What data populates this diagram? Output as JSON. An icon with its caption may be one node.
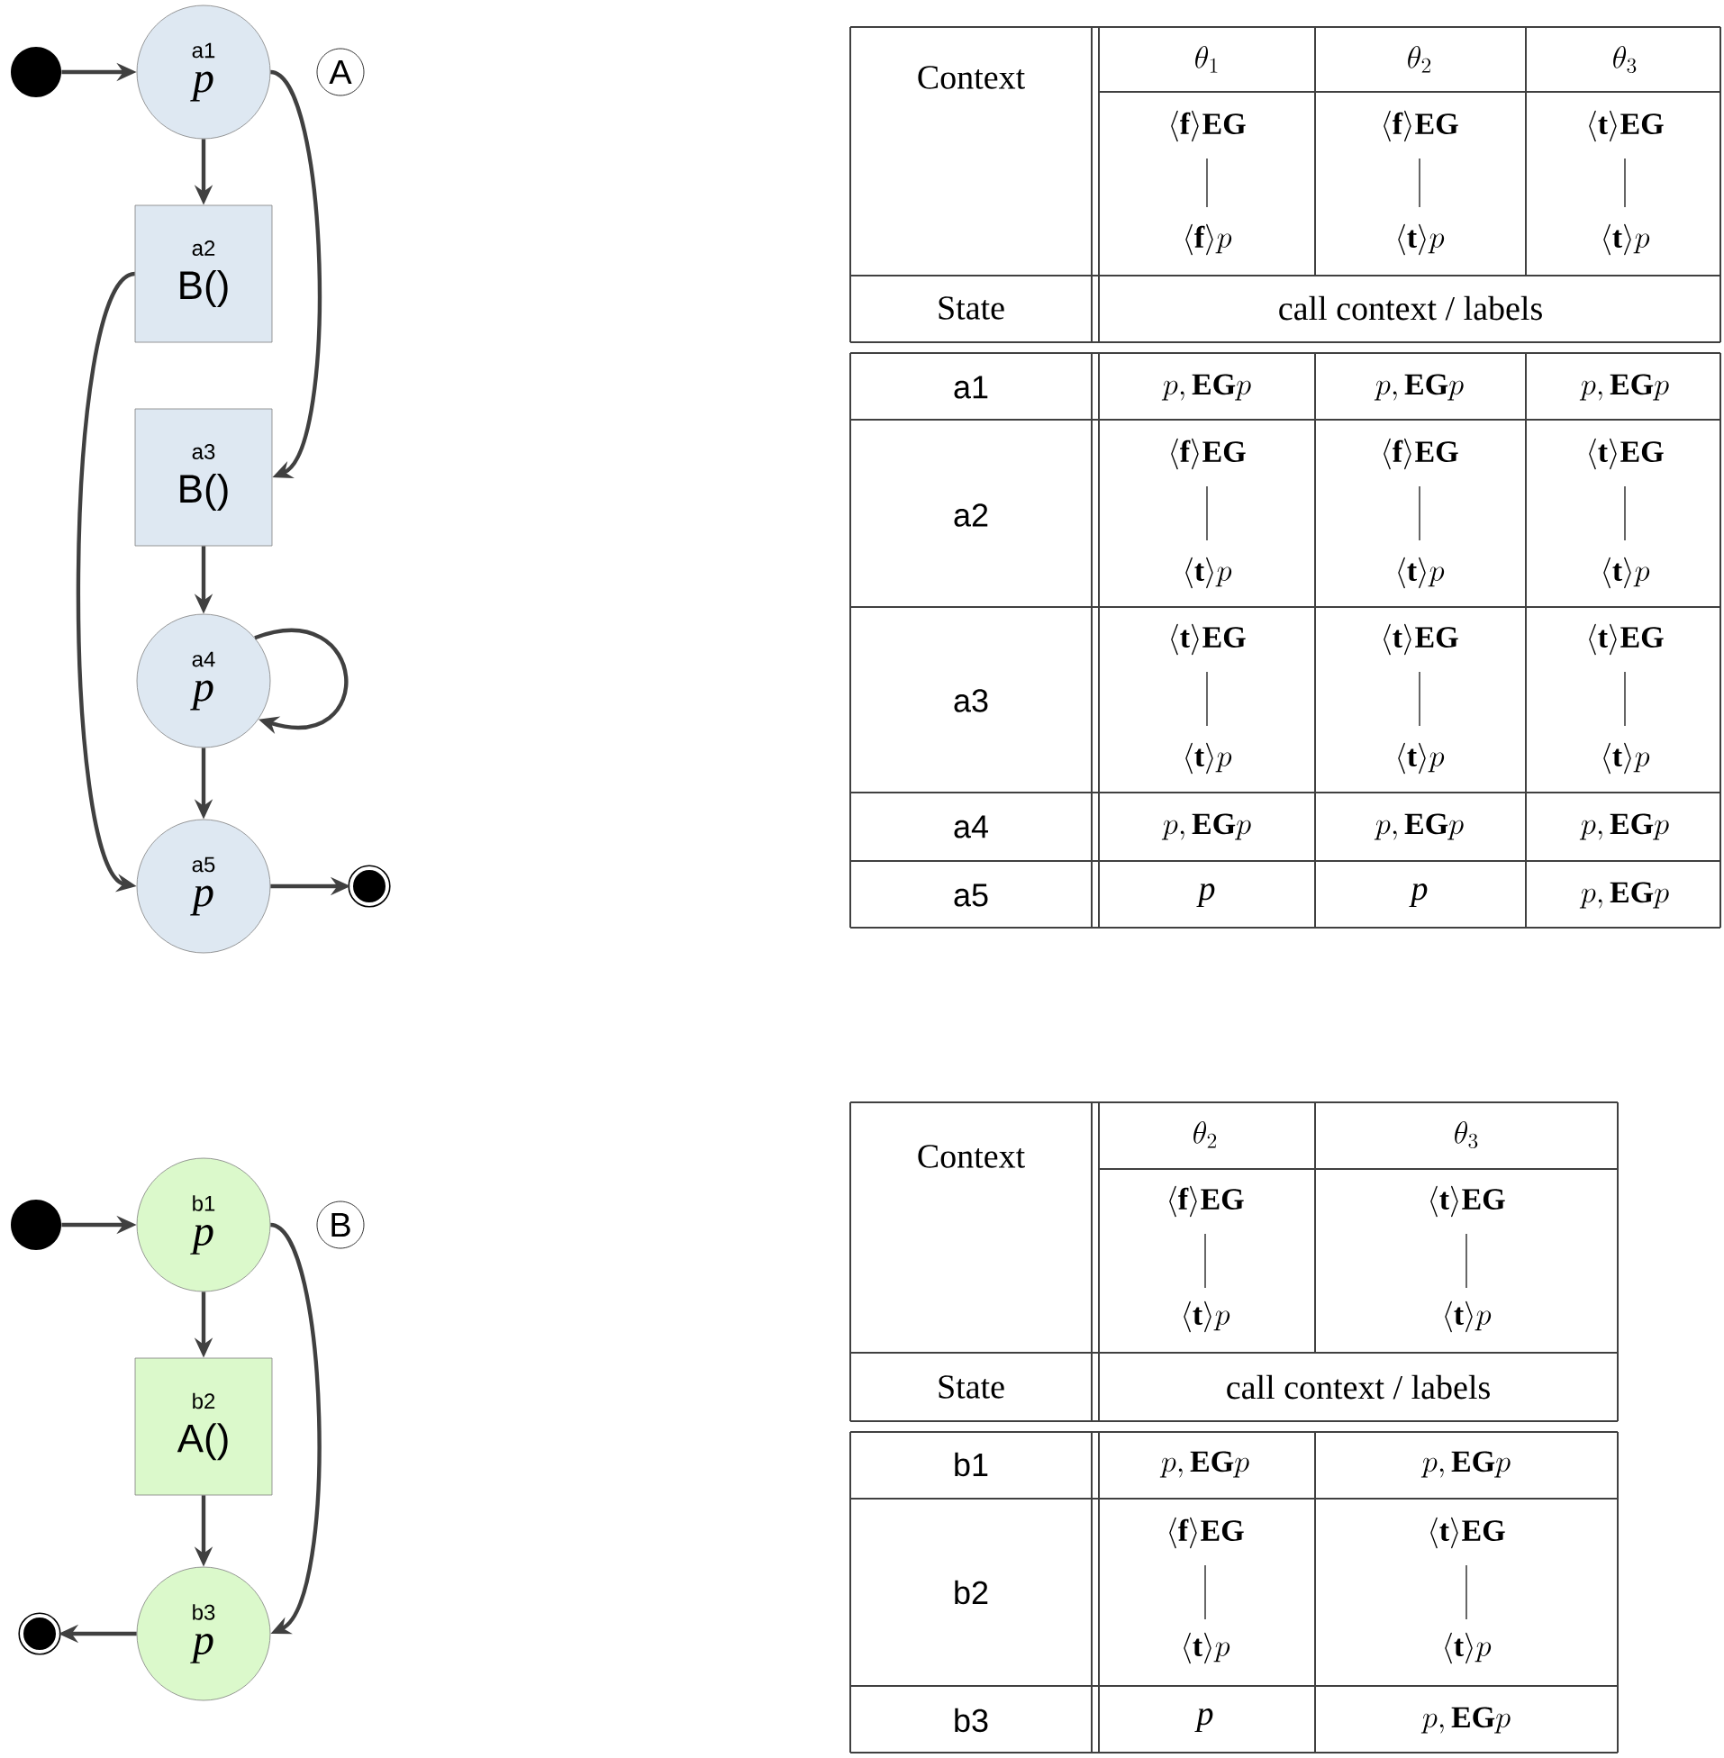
{
  "diagram": {
    "nodes": [
      {
        "text": [],
        "shape": "circle"
      },
      {
        "text": [
          "a1",
          "p"
        ]
      },
      {
        "text": [
          "A"
        ]
      },
      {
        "text": [
          "a2",
          "B()"
        ]
      },
      {
        "text": [
          "a3",
          "B()"
        ]
      },
      {
        "text": [
          "a4",
          "p"
        ]
      },
      {
        "text": [
          "a5",
          "p"
        ]
      },
      {
        "text": [],
        "shape": "circle"
      },
      {
        "text": [],
        "shape": "circle"
      },
      {
        "text": [
          "b1",
          "p"
        ]
      },
      {
        "text": [
          "B"
        ]
      },
      {
        "text": [
          "b2",
          "A()"
        ]
      },
      {
        "text": [
          "b3",
          "p"
        ]
      },
      {
        "text": [],
        "shape": "circle"
      }
    ],
    "edges": [
      {
        "from": 0,
        "to": 1,
        "arrow": "to"
      },
      {
        "from": 1,
        "to": 3,
        "arrow": "to"
      },
      {
        "from": 1,
        "to": 4,
        "arrow": "to"
      },
      {
        "from": 3,
        "to": 6,
        "arrow": "to"
      },
      {
        "from": 4,
        "to": 5,
        "arrow": "to"
      },
      {
        "from": 5,
        "to": 5,
        "arrow": "to"
      },
      {
        "from": 5,
        "to": 6,
        "arrow": "to"
      },
      {
        "from": 6,
        "to": 7,
        "arrow": "to"
      },
      {
        "from": 8,
        "to": 9,
        "arrow": "to"
      },
      {
        "from": 9,
        "to": 11,
        "arrow": "to"
      },
      {
        "from": 9,
        "to": 12,
        "arrow": "to"
      },
      {
        "from": 11,
        "to": 12,
        "arrow": "to"
      },
      {
        "from": 12,
        "to": 13,
        "arrow": "to"
      }
    ],
    "labels": [
      "Context",
      "\\theta_1",
      "\\theta_2",
      "\\theta_3",
      "\\langle\\mathbf{f}\\rangle\\mathbf{EG}",
      "\\langle\\mathbf{f}\\rangle\\mathbf{EG}",
      "\\langle\\mathbf{t}\\rangle\\mathbf{EG}",
      "\\langle\\mathbf{f}\\rangle p",
      "\\langle\\mathbf{t}\\rangle p",
      "\\langle\\mathbf{t}\\rangle p",
      "State",
      "call context / labels",
      "a1",
      "p, \\mathbf{EG}p",
      "p, \\mathbf{EG}p",
      "p, \\mathbf{EG}p",
      "a2",
      "\\langle\\mathbf{f}\\rangle\\mathbf{EG}",
      "\\langle\\mathbf{f}\\rangle\\mathbf{EG}",
      "\\langle\\mathbf{t}\\rangle\\mathbf{EG}",
      "\\langle\\mathbf{t}\\rangle p",
      "\\langle\\mathbf{t}\\rangle p",
      "\\langle\\mathbf{t}\\rangle p",
      "a3",
      "\\langle\\mathbf{t}\\rangle\\mathbf{EG}",
      "\\langle\\mathbf{t}\\rangle\\mathbf{EG}",
      "\\langle\\mathbf{t}\\rangle\\mathbf{EG}",
      "\\langle\\mathbf{t}\\rangle p",
      "\\langle\\mathbf{t}\\rangle p",
      "\\langle\\mathbf{t}\\rangle p",
      "a4",
      "p, \\mathbf{EG}p",
      "p, \\mathbf{EG}p",
      "p, \\mathbf{EG}p",
      "a5",
      "p",
      "p",
      "p, \\mathbf{EG}p",
      "Context",
      "\\theta_2",
      "\\theta_3",
      "\\langle\\mathbf{f}\\rangle\\mathbf{EG}",
      "\\langle\\mathbf{t}\\rangle\\mathbf{EG}",
      "\\langle\\mathbf{t}\\rangle p",
      "\\langle\\mathbf{t}\\rangle p",
      "State",
      "call context / labels",
      "b1",
      "p, \\mathbf{EG}p",
      "p, \\mathbf{EG}p",
      "b2",
      "\\langle\\mathbf{f}\\rangle\\mathbf{EG}",
      "\\langle\\mathbf{t}\\rangle\\mathbf{EG}",
      "\\langle\\mathbf{t}\\rangle p",
      "\\langle\\mathbf{t}\\rangle p",
      "b3",
      "p",
      "p, \\mathbf{EG}p"
    ]
  }
}
